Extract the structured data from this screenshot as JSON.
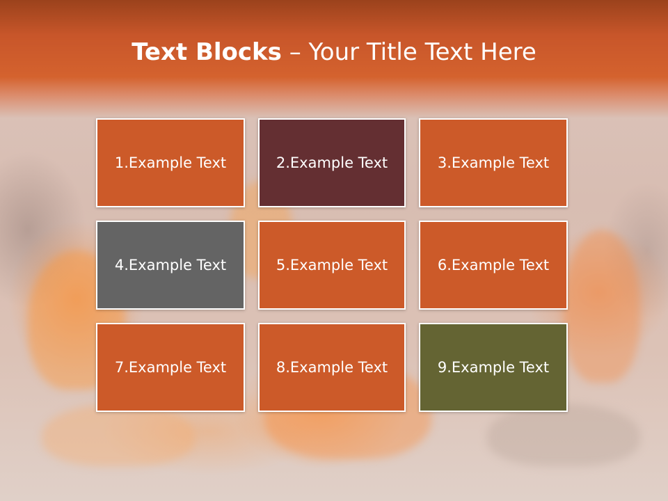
{
  "title": {
    "bold": "Text Blocks",
    "separator": " – ",
    "rest": "Your Title Text Here"
  },
  "blocks": [
    {
      "label": "1.Example Text",
      "color": "#cc5a29"
    },
    {
      "label": "2.Example Text",
      "color": "#642f32"
    },
    {
      "label": "3.Example Text",
      "color": "#cc5a29"
    },
    {
      "label": "4.Example Text",
      "color": "#646464"
    },
    {
      "label": "5.Example Text",
      "color": "#cc5a29"
    },
    {
      "label": "6.Example Text",
      "color": "#cc5a29"
    },
    {
      "label": "7.Example Text",
      "color": "#cc5a29"
    },
    {
      "label": "8.Example Text",
      "color": "#cc5a29"
    },
    {
      "label": "9.Example Text",
      "color": "#646433"
    }
  ],
  "colors": {
    "header": "#cc5a29",
    "title_text": "#ffffff",
    "block_border": "#ffffff"
  }
}
